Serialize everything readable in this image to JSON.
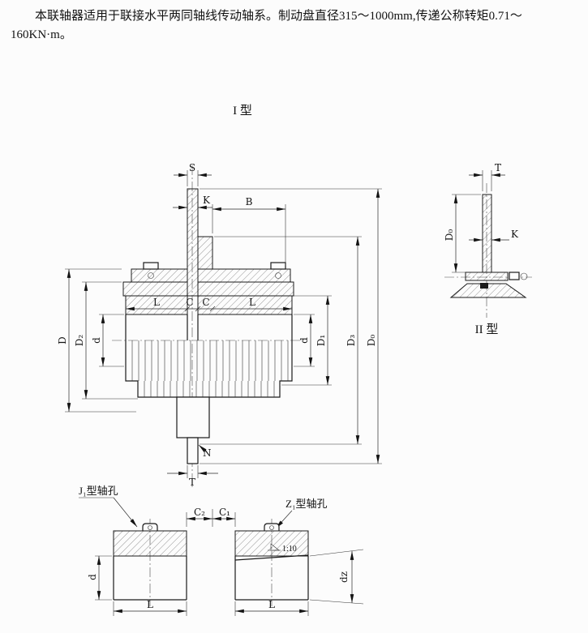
{
  "intro": {
    "line1": "本联轴器适用于联接水平两同轴线传动轴系。制动盘直径315～1000mm,传递公称转矩0.71～",
    "line2": "160KN·m。"
  },
  "titles": {
    "type1": "I 型",
    "type2": "II 型"
  },
  "annotations": {
    "j1": "J₁型轴孔",
    "z1": "Z₁型轴孔",
    "taper": "1:10"
  },
  "dims": {
    "S": "S",
    "K": "K",
    "B": "B",
    "L": "L",
    "C": "C",
    "D": "D",
    "D2": "D₂",
    "d": "d",
    "D1": "D₁",
    "D3": "D₃",
    "D0": "D₀",
    "N": "N",
    "T": "T",
    "C2": "C₂",
    "C1": "C₁",
    "dz": "dz"
  }
}
